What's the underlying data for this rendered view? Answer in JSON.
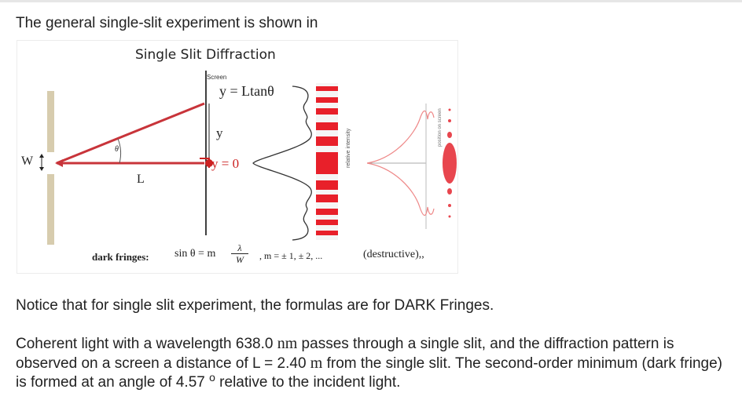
{
  "intro": "The general single-slit experiment is shown in",
  "figure": {
    "title": "Single Slit Diffraction",
    "screen_label": "Screen",
    "y_formula": "y = Ltanθ",
    "y_label": "y",
    "y_zero": "y = 0",
    "w_label": "W",
    "theta_label": "θ",
    "l_label": "L",
    "intensity_label": "relative intensity",
    "position_label": "position on screen",
    "dark_label": "dark fringes:",
    "formula_left": "sin θ = m",
    "lambda": "λ",
    "w_den": "W",
    "m_values": ", m = ± 1, ± 2, ...",
    "destructive": "(destructive),,",
    "colors": {
      "fringe": "#e8202a",
      "ray": "#c8343a",
      "slit": "#d7ccae",
      "screen": "#000000"
    }
  },
  "notice": "Notice that for single slit experiment, the formulas are for DARK Fringes.",
  "problem": {
    "p1": "Coherent light with a wavelength 638.0 ",
    "u1": "nm",
    "p2": " passes through a single slit, and the diffraction pattern is observed on a screen a distance of L = 2.40 ",
    "u2": "m",
    "p3": " from the single slit. The second-order minimum (dark fringe) is formed at an angle of 4.57 ",
    "degree": "o",
    "p4": " relative to the incident light."
  }
}
